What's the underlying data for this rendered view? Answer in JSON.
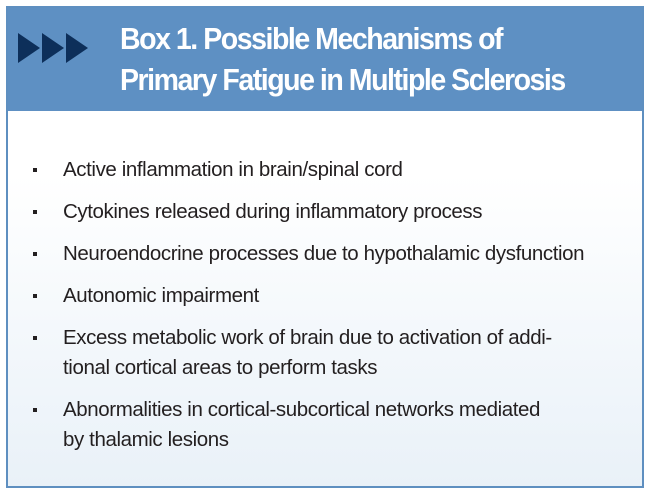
{
  "box": {
    "title_line1": "Box 1.  Possible Mechanisms of",
    "title_line2": "Primary Fatigue in Multiple Sclerosis",
    "items": [
      {
        "lines": [
          "Active inflammation in brain/spinal cord"
        ]
      },
      {
        "lines": [
          "Cytokines released during inflammatory process"
        ]
      },
      {
        "lines": [
          "Neuroendocrine processes due to hypothalamic dysfunction"
        ]
      },
      {
        "lines": [
          "Autonomic impairment"
        ]
      },
      {
        "lines": [
          "Excess metabolic work of brain due to activation of addi-",
          "tional cortical areas to perform tasks"
        ]
      },
      {
        "lines": [
          "Abnormalities in cortical-subcortical networks mediated",
          "by thalamic lesions"
        ]
      }
    ]
  },
  "colors": {
    "header_background": "#5e90c3",
    "arrow": "#0d2f5a",
    "border": "#5e8fc0",
    "text": "#231f20"
  },
  "icons": [
    "triangle-arrow-icon",
    "triangle-arrow-icon",
    "triangle-arrow-icon"
  ]
}
